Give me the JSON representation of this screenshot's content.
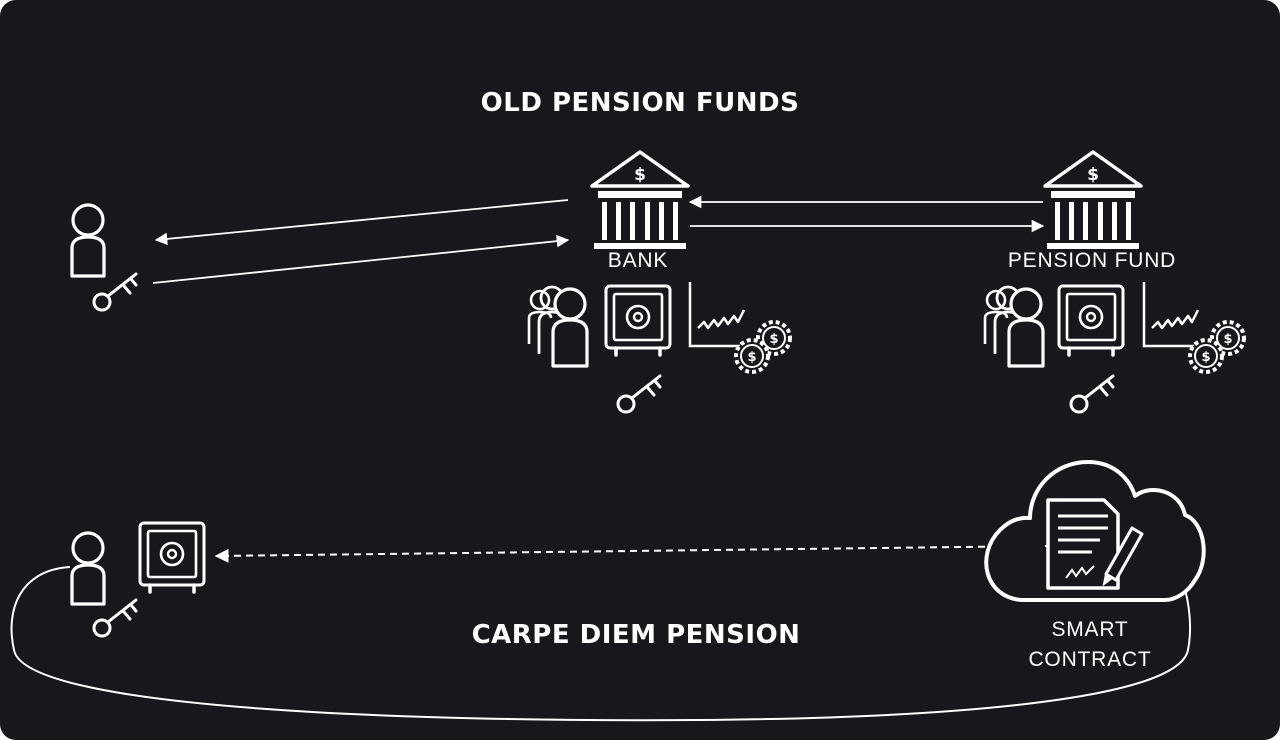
{
  "top_title": "OLD PENSION FUNDS",
  "bottom_title": "CARPE DIEM PENSION",
  "bank_label": "BANK",
  "pension_fund_label": "PENSION FUND",
  "smart_contract_label_line1": "SMART",
  "smart_contract_label_line2": "CONTRACT",
  "colors": {
    "background": "#16181b",
    "foreground": "#ffffff"
  }
}
